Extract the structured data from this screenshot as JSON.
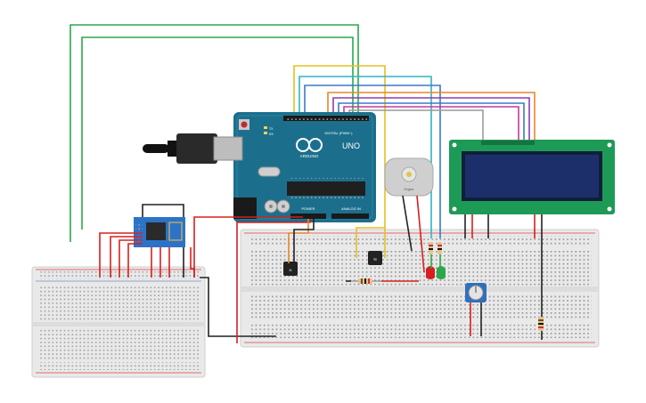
{
  "arduino": {
    "logo_text": "ARDUINO",
    "model": "UNO",
    "digital_header": "DIGITAL (PWM~)",
    "power_label": "POWER",
    "analog_label": "ANALOG IN",
    "tx_label": "TX",
    "rx_label": "RX"
  },
  "motor": {
    "label": "Engine"
  },
  "transistor_left": {
    "label": "N"
  },
  "transistor_right": {
    "label": "N"
  },
  "colors": {
    "board_teal": "#1b6f8c",
    "breadboard": "#e8e8e8",
    "lcd_green": "#1e9a57",
    "lcd_screen": "#1d2f6b",
    "wire_red": "#d62020",
    "wire_black": "#222222",
    "wire_green": "#2aa84a",
    "wire_yellow": "#e6c01e",
    "wire_orange": "#e8862a",
    "wire_blue": "#3b78c9",
    "wire_cyan": "#2fb3c8",
    "wire_purple": "#8a3fb0",
    "wire_magenta": "#c43a9c",
    "wire_gray": "#9a9a9a"
  }
}
